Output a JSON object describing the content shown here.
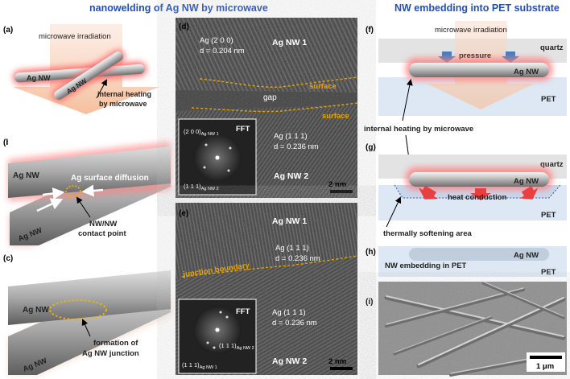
{
  "titles": {
    "left": "nanowelding of Ag NW by microwave",
    "right": "NW embedding into PET substrate"
  },
  "panels": {
    "a": "(a)",
    "b": "(b)",
    "c": "(c)",
    "d": "(d)",
    "e": "(e)",
    "f": "(f)",
    "g": "(g)",
    "h": "(h)",
    "i": "(i)"
  },
  "panel_a": {
    "microwave": "microwave irradiation",
    "agnw1": "Ag NW",
    "agnw2": "Ag NW",
    "heat1": "internal heating",
    "heat2": "by microwave"
  },
  "panel_b": {
    "agnw1": "Ag NW",
    "agnw2": "Ag NW",
    "diffusion": "Ag surface diffusion",
    "contact1": "NW/NW",
    "contact2": "contact point"
  },
  "panel_c": {
    "agnw1": "Ag NW",
    "agnw2": "Ag NW",
    "formation1": "formation of",
    "formation2": "Ag NW junction"
  },
  "panel_d": {
    "plane1": "Ag (2 0 0)",
    "d1": "d = 0.204 nm",
    "nw1": "Ag NW 1",
    "surface1": "surface",
    "gap": "gap",
    "surface2": "surface",
    "plane2": "Ag (1 1 1)",
    "d2": "d = 0.236 nm",
    "nw2": "Ag NW 2",
    "fft": "FFT",
    "fft_l1": "(2 0 0)",
    "fft_l1_sub": "Ag NW 1",
    "fft_l2": "(1 1 1)",
    "fft_l2_sub": "Ag NW 2",
    "scale": "2 nm"
  },
  "panel_e": {
    "nw1": "Ag NW 1",
    "plane1": "Ag (1 1 1)",
    "d1": "d = 0.236 nm",
    "junction": "junction boundary",
    "plane2": "Ag (1 1 1)",
    "d2": "d = 0.236 nm",
    "nw2": "Ag NW 2",
    "fft": "FFT",
    "fft_l1": "(1 1 1)",
    "fft_l1_sub": "Ag NW 2",
    "fft_l2": "(1 1 1)",
    "fft_l2_sub": "Ag NW 1",
    "scale": "2 nm"
  },
  "panel_f": {
    "microwave": "microwave irradiation",
    "quartz": "quartz",
    "pressure": "pressure",
    "agnw": "Ag NW",
    "pet": "PET",
    "heating": "internal heating by microwave"
  },
  "panel_g": {
    "quartz": "quartz",
    "agnw": "Ag NW",
    "heat": "heat conduction",
    "pet": "PET",
    "soft": "thermally softening area"
  },
  "panel_h": {
    "agnw": "Ag NW",
    "embed": "NW embedding in PET",
    "pet": "PET"
  },
  "panel_i": {
    "scale": "1 μm"
  },
  "colors": {
    "title_blue": "#1f4fbf",
    "surface_orange": "#e8a400",
    "glow_red": "#ff6a6a",
    "arrow_salmon": "#f6c9b0",
    "quartz_gray": "#e3e3e3",
    "pet_blue": "#dde8f4"
  }
}
